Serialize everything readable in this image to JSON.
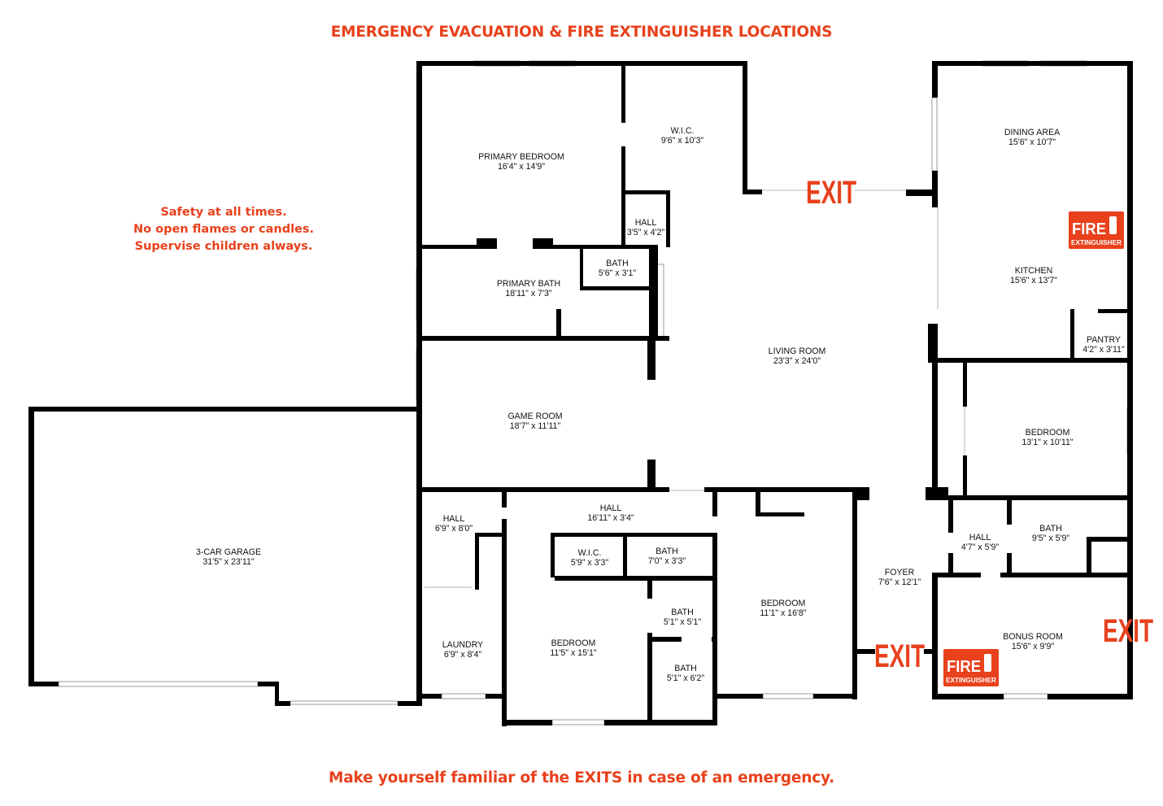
{
  "header": {
    "title": "EMERGENCY EVACUATION & FIRE EXTINGUISHER LOCATIONS"
  },
  "notes": [
    "Safety at all times.",
    "No open flames or candles.",
    "Supervise children always."
  ],
  "footer": {
    "text": "Make yourself familiar of the EXITS in case of an emergency."
  },
  "colors": {
    "accent": "#e8411c",
    "wall": "#000000",
    "background": "#ffffff"
  },
  "rooms": [
    {
      "id": "primary-bedroom",
      "name": "PRIMARY BEDROOM",
      "dims": "16'4\" x 14'9\""
    },
    {
      "id": "wic-primary",
      "name": "W.I.C.",
      "dims": "9'6\" x 10'3\""
    },
    {
      "id": "hall-primary",
      "name": "HALL",
      "dims": "3'5\" x 4'2\""
    },
    {
      "id": "bath-primary-small",
      "name": "BATH",
      "dims": "5'6\" x 3'1\""
    },
    {
      "id": "primary-bath",
      "name": "PRIMARY BATH",
      "dims": "18'11\" x 7'3\""
    },
    {
      "id": "dining-area",
      "name": "DINING AREA",
      "dims": "15'6\" x 10'7\""
    },
    {
      "id": "kitchen",
      "name": "KITCHEN",
      "dims": "15'6\" x 13'7\""
    },
    {
      "id": "pantry",
      "name": "PANTRY",
      "dims": "4'2\" x 3'11\""
    },
    {
      "id": "living-room",
      "name": "LIVING ROOM",
      "dims": "23'3\" x 24'0\""
    },
    {
      "id": "game-room",
      "name": "GAME ROOM",
      "dims": "18'7\" x 11'11\""
    },
    {
      "id": "bedroom-east",
      "name": "BEDROOM",
      "dims": "13'1\" x 10'11\""
    },
    {
      "id": "garage",
      "name": "3-CAR GARAGE",
      "dims": "31'5\" x 23'11\""
    },
    {
      "id": "hall-west",
      "name": "HALL",
      "dims": "6'9\" x 8'0\""
    },
    {
      "id": "hall-center",
      "name": "HALL",
      "dims": "16'11\" x 3'4\""
    },
    {
      "id": "wic-bedroom",
      "name": "W.I.C.",
      "dims": "5'9\" x 3'3\""
    },
    {
      "id": "bath-hall",
      "name": "BATH",
      "dims": "7'0\" x 3'3\""
    },
    {
      "id": "bath-east",
      "name": "BATH",
      "dims": "9'5\" x 5'9\""
    },
    {
      "id": "hall-east",
      "name": "HALL",
      "dims": "4'7\" x 5'9\""
    },
    {
      "id": "bedroom-center",
      "name": "BEDROOM",
      "dims": "11'1\" x 16'8\""
    },
    {
      "id": "foyer",
      "name": "FOYER",
      "dims": "7'6\" x 12'1\""
    },
    {
      "id": "bath-mid",
      "name": "BATH",
      "dims": "5'1\" x 5'1\""
    },
    {
      "id": "laundry",
      "name": "LAUNDRY",
      "dims": "6'9\" x 8'4\""
    },
    {
      "id": "bedroom-south",
      "name": "BEDROOM",
      "dims": "11'5\" x 15'1\""
    },
    {
      "id": "bath-low",
      "name": "BATH",
      "dims": "5'1\" x 6'2\""
    },
    {
      "id": "bonus-room",
      "name": "BONUS ROOM",
      "dims": "15'6\" x 9'9\""
    }
  ],
  "exits": {
    "label": "EXIT"
  },
  "extinguishers": {
    "top": "FIRE",
    "bottom": "EXTINGUISHER"
  }
}
